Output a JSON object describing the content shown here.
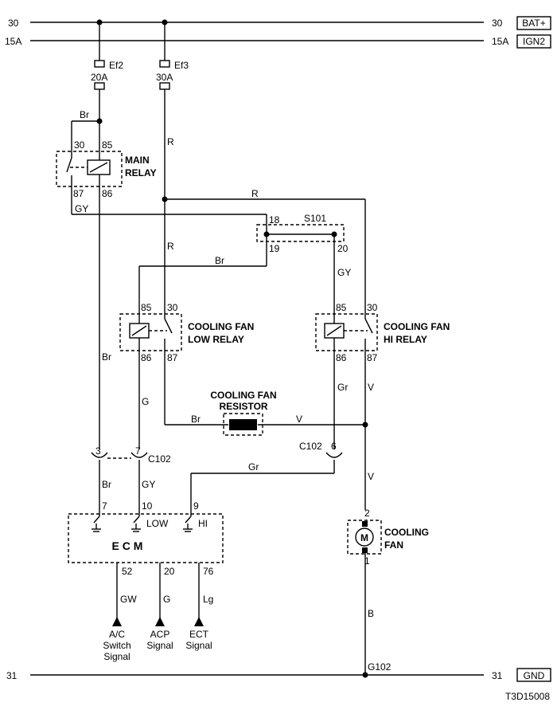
{
  "rails": {
    "bat_left": "30",
    "bat_right": "30",
    "bat_box": "BAT+",
    "ign_left": "15A",
    "ign_right": "15A",
    "ign_box": "IGN2",
    "gnd_left": "31",
    "gnd_right": "31",
    "gnd_box": "GND"
  },
  "fuses": {
    "ef2_name": "Ef2",
    "ef2_rating": "20A",
    "ef3_name": "Ef3",
    "ef3_rating": "30A"
  },
  "main_relay": {
    "title_line1": "MAIN",
    "title_line2": "RELAY",
    "pin30": "30",
    "pin85": "85",
    "pin87": "87",
    "pin86": "86"
  },
  "splice": {
    "name": "S101",
    "pin18": "18",
    "pin19": "19",
    "pin20": "20"
  },
  "low_relay": {
    "title_line1": "COOLING FAN",
    "title_line2": "LOW RELAY",
    "pin85": "85",
    "pin30": "30",
    "pin86": "86",
    "pin87": "87"
  },
  "hi_relay": {
    "title_line1": "COOLING FAN",
    "title_line2": "HI RELAY",
    "pin85": "85",
    "pin30": "30",
    "pin86": "86",
    "pin87": "87"
  },
  "resistor": {
    "title_line1": "COOLING FAN",
    "title_line2": "RESISTOR"
  },
  "wires": {
    "br": "Br",
    "gy": "GY",
    "r": "R",
    "g": "G",
    "gr": "Gr",
    "v": "V",
    "gw": "GW",
    "lg": "Lg",
    "b": "B"
  },
  "connector_c102": {
    "name": "C102",
    "pin3": "3",
    "pin7": "7",
    "pin6": "6"
  },
  "ecm": {
    "title": "E C M",
    "pin7": "7",
    "pin10": "10",
    "pin9": "9",
    "low": "LOW",
    "hi": "HI",
    "pin52": "52",
    "pin20": "20",
    "pin76": "76"
  },
  "signals": {
    "ac_line1": "A/C",
    "ac_line2": "Switch",
    "ac_line3": "Signal",
    "acp_line1": "ACP",
    "acp_line2": "Signal",
    "ect_line1": "ECT",
    "ect_line2": "Signal"
  },
  "fan": {
    "title_line1": "COOLING",
    "title_line2": "FAN",
    "pin2": "2",
    "pin1": "1",
    "motor": "M"
  },
  "ground": {
    "name": "G102"
  },
  "figure_code": "T3D15008"
}
